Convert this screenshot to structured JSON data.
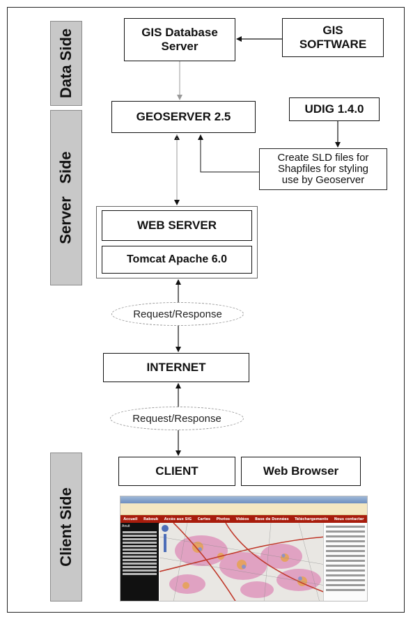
{
  "sides": {
    "data": "Data Side",
    "server": "Server   Side",
    "client": "Client Side"
  },
  "nodes": {
    "gis_db_line1": "GIS Database",
    "gis_db_line2": "Server",
    "gis_sw_line1": "GIS",
    "gis_sw_line2": "SOFTWARE",
    "geoserver": "GEOSERVER 2.5",
    "udig": "UDIG 1.4.0",
    "sld_line1": "Create SLD files for",
    "sld_line2": "Shapfiles for styling",
    "sld_line3": "use by Geoserver",
    "web_server": "WEB SERVER",
    "tomcat": "Tomcat Apache 6.0",
    "internet": "INTERNET",
    "client": "CLIENT",
    "web_browser": "Web Browser"
  },
  "connectors": {
    "req_resp_1": "Request/Response",
    "req_resp_2": "Request/Response"
  },
  "screenshot": {
    "menu": [
      "Accueil",
      "Rabouk",
      "Accès aux SIG",
      "Cartes",
      "Photos",
      "Vidéos",
      "Base de Données",
      "Téléchargements",
      "Nous contacter"
    ],
    "sidebar_title": "Anuit",
    "colors": {
      "nav": "#a81c0c",
      "roads": "#c0392b",
      "density": "#d96aa8"
    }
  }
}
